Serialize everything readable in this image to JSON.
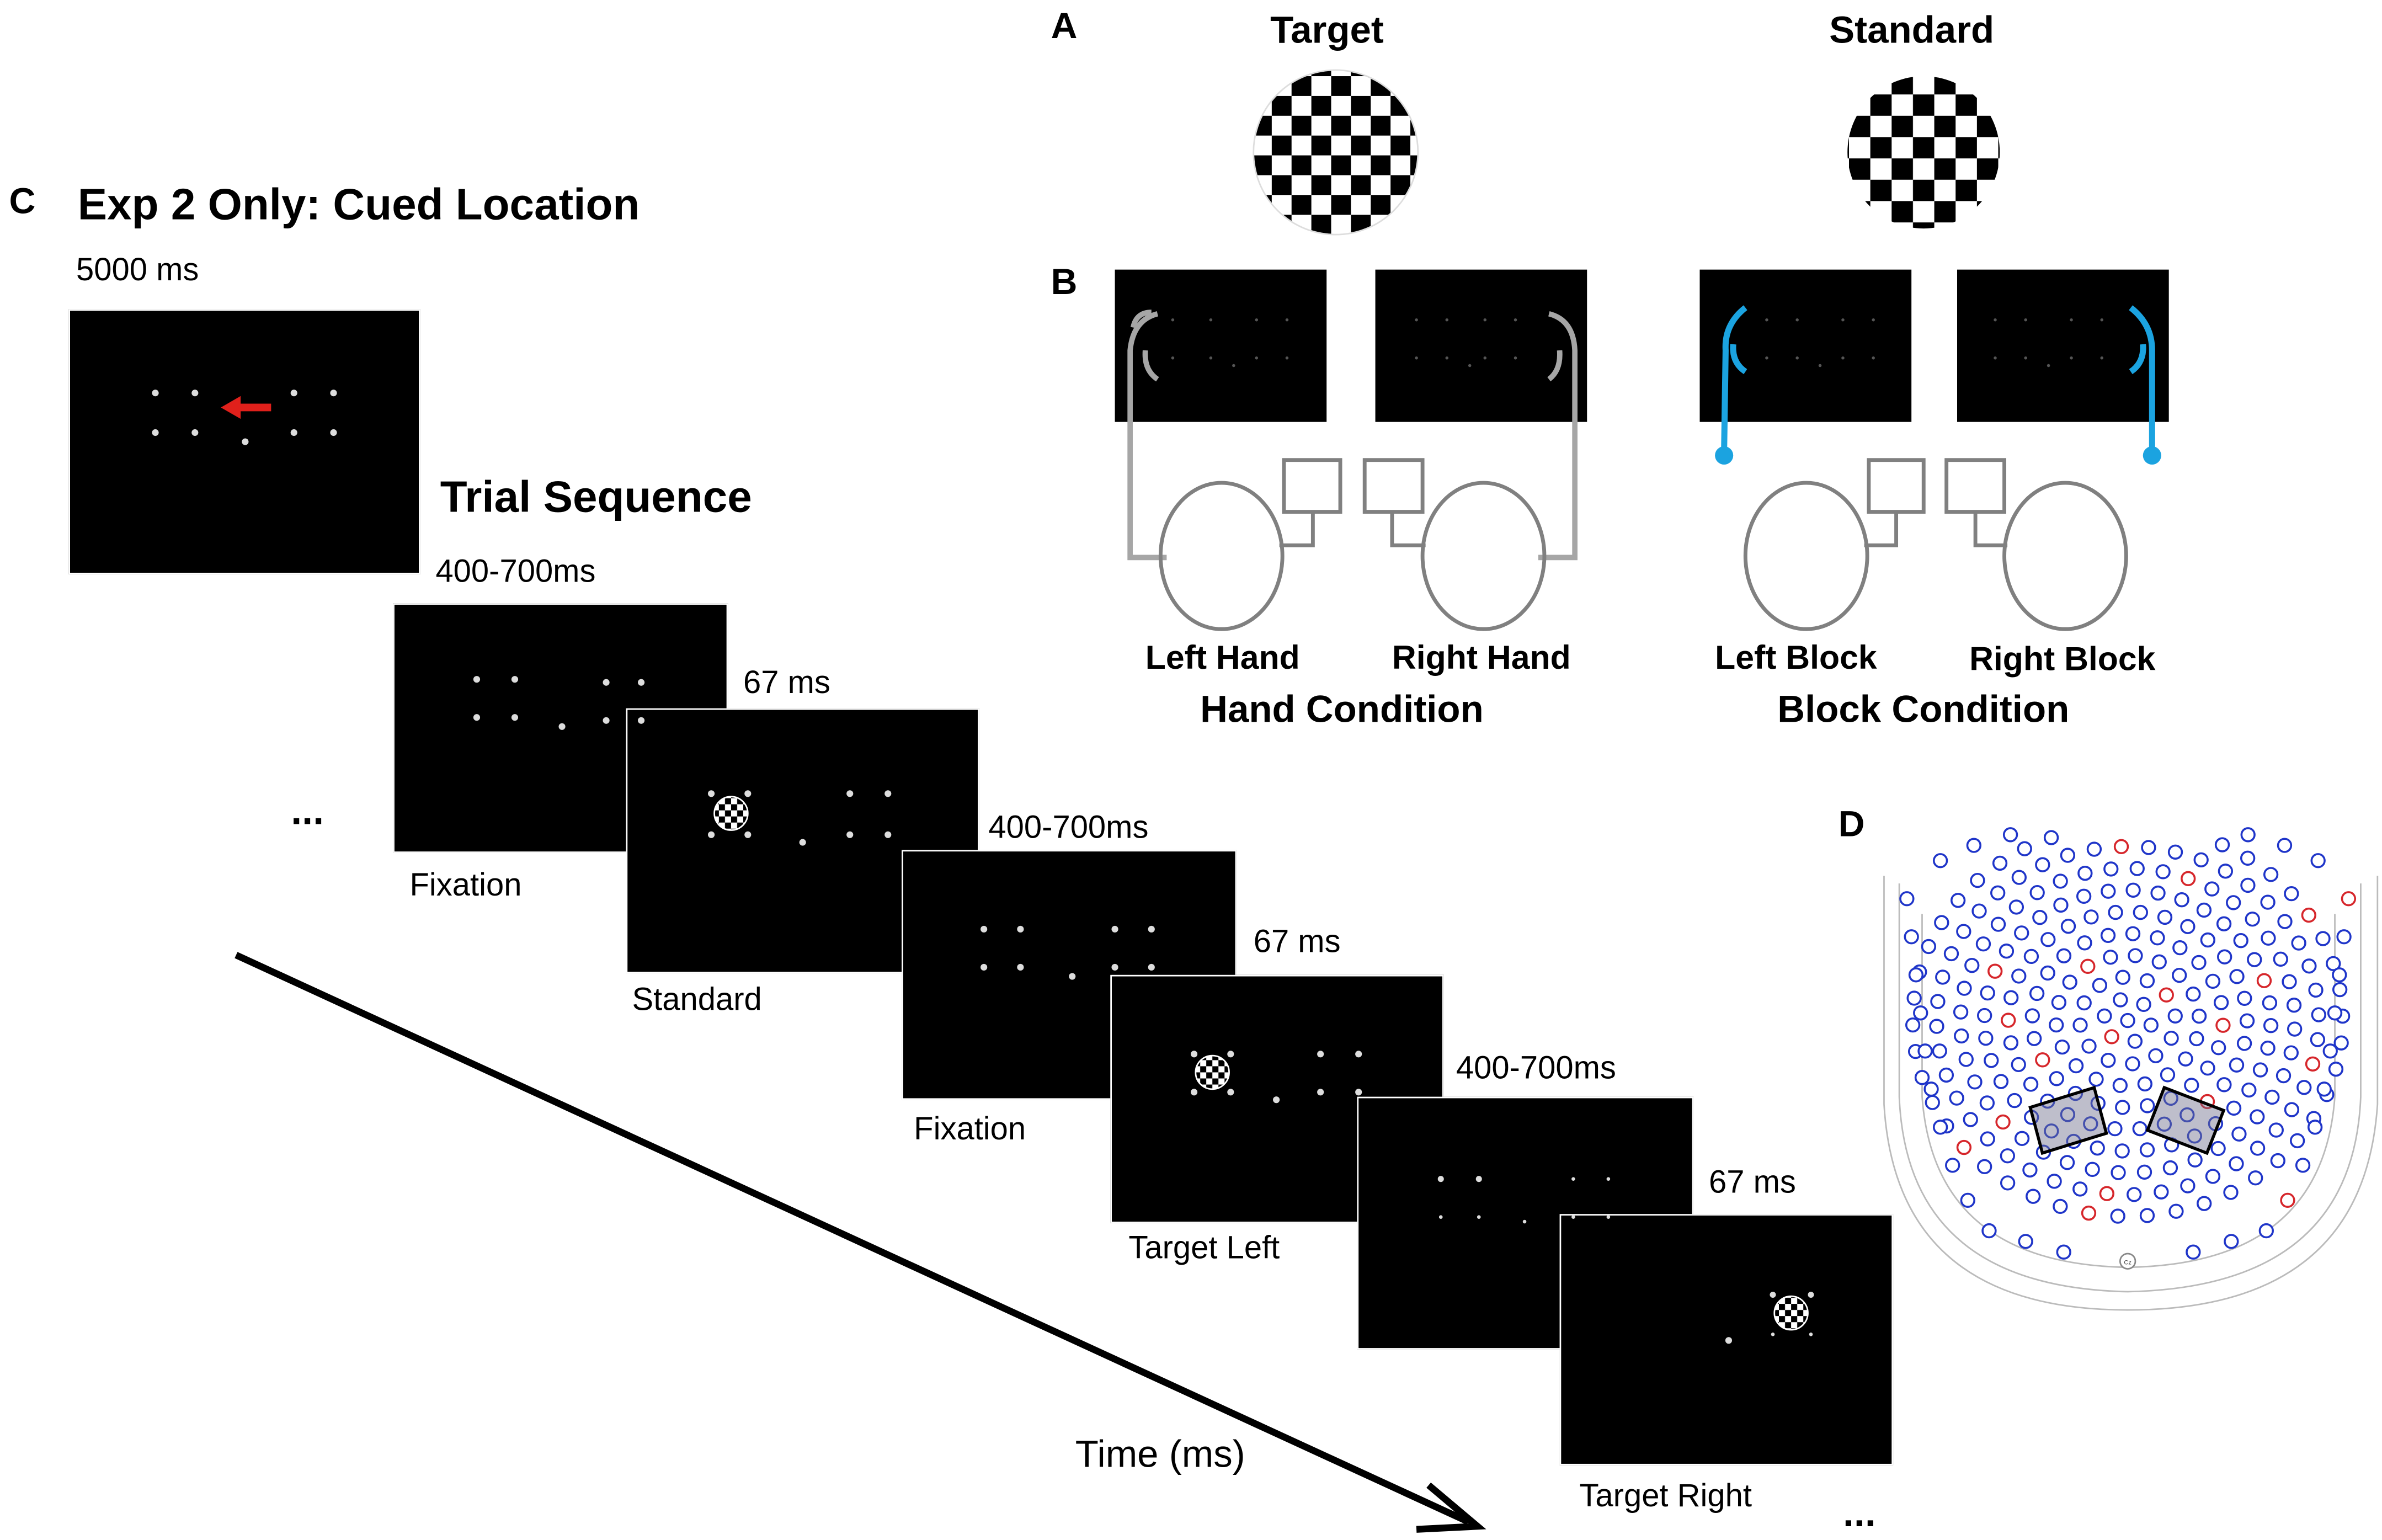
{
  "panels": {
    "A": {
      "letter": "A",
      "target_label": "Target",
      "standard_label": "Standard"
    },
    "B": {
      "letter": "B",
      "left_hand": "Left Hand",
      "right_hand": "Right Hand",
      "hand_condition": "Hand Condition",
      "left_block": "Left Block",
      "right_block": "Right Block",
      "block_condition": "Block Condition",
      "hand_color": "#a6a6a6",
      "block_color": "#1ba3e0"
    },
    "C": {
      "letter": "C",
      "title": "Exp 2 Only: Cued Location",
      "cue_duration": "5000 ms",
      "cue_arrow_color": "#e0201b",
      "sequence_title": "Trial Sequence",
      "ellipsis_start": "...",
      "ellipsis_end": "...",
      "time_label": "Time (ms)",
      "steps": [
        {
          "duration": "400-700ms",
          "label": "Fixation"
        },
        {
          "duration": "67 ms",
          "label": "Standard"
        },
        {
          "duration": "400-700ms",
          "label": "Fixation"
        },
        {
          "duration": "67 ms",
          "label": "Target Left"
        },
        {
          "duration": "400-700ms",
          "label": ""
        },
        {
          "duration": "67 ms",
          "label": "Target Right"
        }
      ]
    },
    "D": {
      "letter": "D",
      "electrode_color": "#1f35c9",
      "highlight_color": "#d6262b",
      "center_label": "Cz"
    }
  }
}
